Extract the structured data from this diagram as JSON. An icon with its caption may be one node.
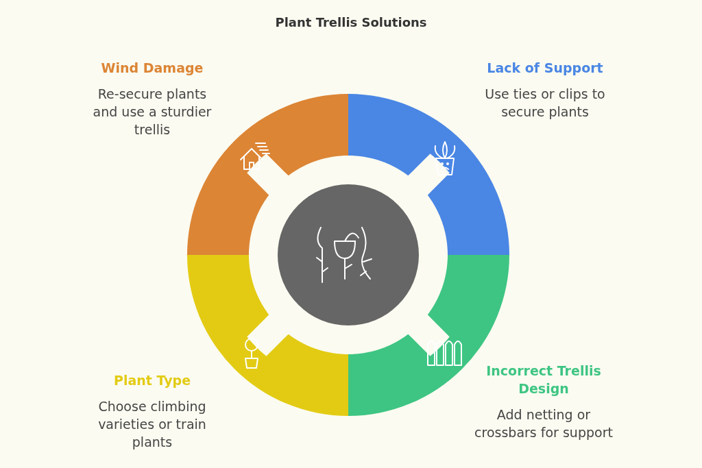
{
  "diagram": {
    "title": "Plant Trellis Solutions",
    "nodes": [
      {
        "text": [
          "Wind Damage",
          "Re-secure plants and use a sturdier trellis"
        ]
      },
      {
        "text": [
          "Lack of Support",
          "Use ties or clips to secure plants"
        ]
      },
      {
        "text": [
          "Plant Type",
          "Choose climbing varieties or train plants"
        ]
      },
      {
        "text": [
          "Incorrect Trellis Design",
          "Add netting or crossbars for support"
        ]
      }
    ]
  }
}
